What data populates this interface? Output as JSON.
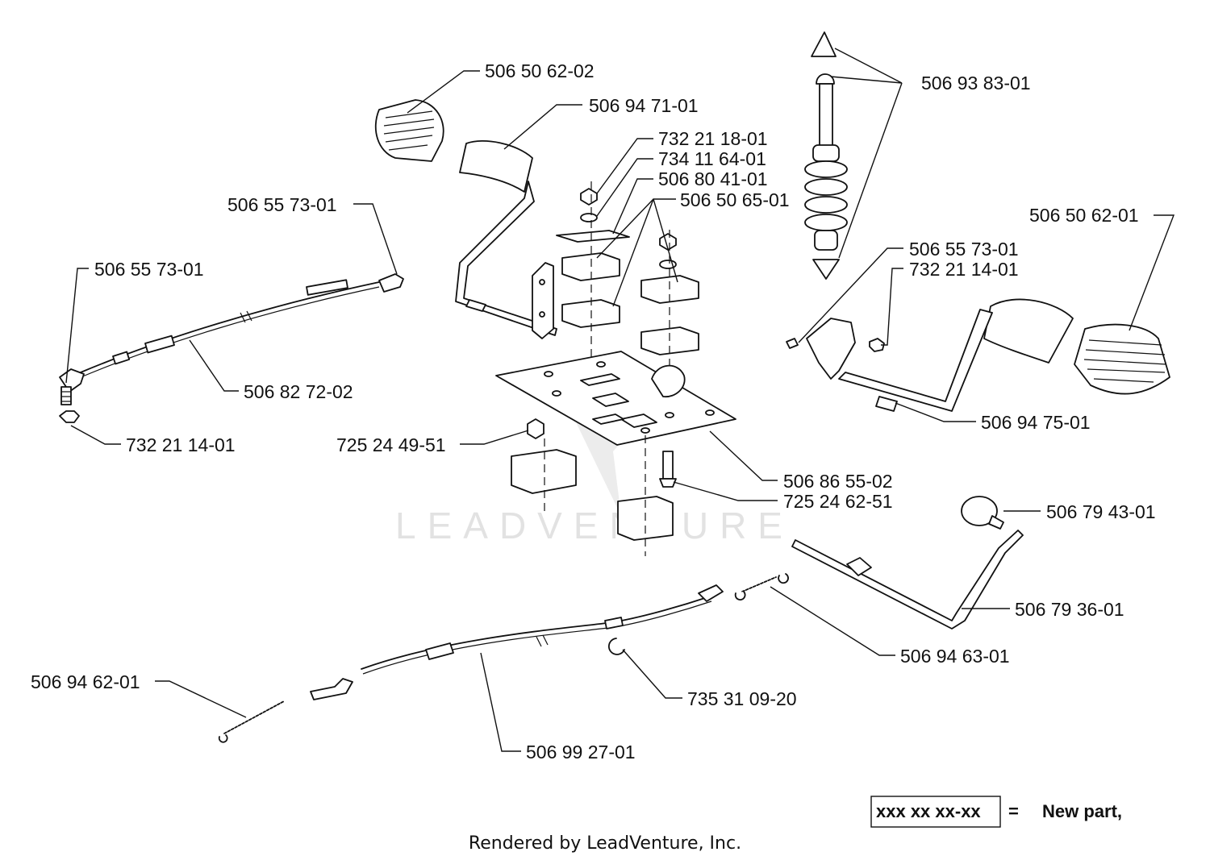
{
  "watermark": "LEADVENTURE",
  "footer": "Rendered by LeadVenture, Inc.",
  "legend": {
    "code": "xxx xx xx-xx",
    "equals": "=",
    "meaning": "New part,"
  },
  "callouts": [
    {
      "id": "c1",
      "part": "506 50 62-02"
    },
    {
      "id": "c2",
      "part": "506 94 71-01"
    },
    {
      "id": "c3",
      "part": "732 21 18-01"
    },
    {
      "id": "c4",
      "part": "734 11 64-01"
    },
    {
      "id": "c5",
      "part": "506 80 41-01"
    },
    {
      "id": "c6",
      "part": "506 50 65-01"
    },
    {
      "id": "c7",
      "part": "506 93 83-01"
    },
    {
      "id": "c8",
      "part": "506 55 73-01"
    },
    {
      "id": "c9",
      "part": "506 55 73-01"
    },
    {
      "id": "c10",
      "part": "506 50 62-01"
    },
    {
      "id": "c11",
      "part": "506 55 73-01"
    },
    {
      "id": "c12",
      "part": "732 21 14-01"
    },
    {
      "id": "c13",
      "part": "506 82 72-02"
    },
    {
      "id": "c14",
      "part": "732 21 14-01"
    },
    {
      "id": "c15",
      "part": "725 24 49-51"
    },
    {
      "id": "c16",
      "part": "506 94 75-01"
    },
    {
      "id": "c17",
      "part": "506 86 55-02"
    },
    {
      "id": "c18",
      "part": "725 24 62-51"
    },
    {
      "id": "c19",
      "part": "506 79 43-01"
    },
    {
      "id": "c20",
      "part": "506 79 36-01"
    },
    {
      "id": "c21",
      "part": "506 94 63-01"
    },
    {
      "id": "c22",
      "part": "506 94 62-01"
    },
    {
      "id": "c23",
      "part": "735 31 09-20"
    },
    {
      "id": "c24",
      "part": "506 99 27-01"
    }
  ]
}
